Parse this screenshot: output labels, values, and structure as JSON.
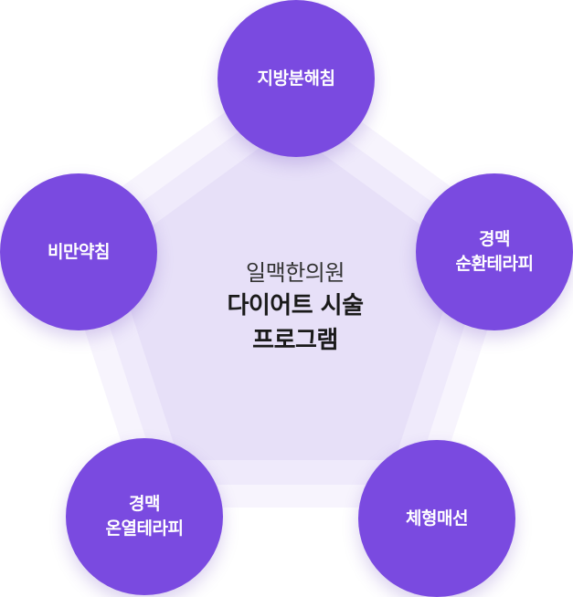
{
  "colors": {
    "node_fill": "#7a4ae0",
    "outer_pentagon": "#f7f4fd",
    "mid_pentagon": "#efeafb",
    "inner_pentagon": "#e7e0f8"
  },
  "center": {
    "subtitle": "일맥한의원",
    "title_line1": "다이어트 시술",
    "title_line2": "프로그램"
  },
  "nodes": {
    "top": {
      "line1": "지방분해침"
    },
    "right": {
      "line1": "경맥",
      "line2": "순환테라피"
    },
    "bottom_right": {
      "line1": "체형매선"
    },
    "bottom_left": {
      "line1": "경맥",
      "line2": "온열테라피"
    },
    "left": {
      "line1": "비만약침"
    }
  }
}
